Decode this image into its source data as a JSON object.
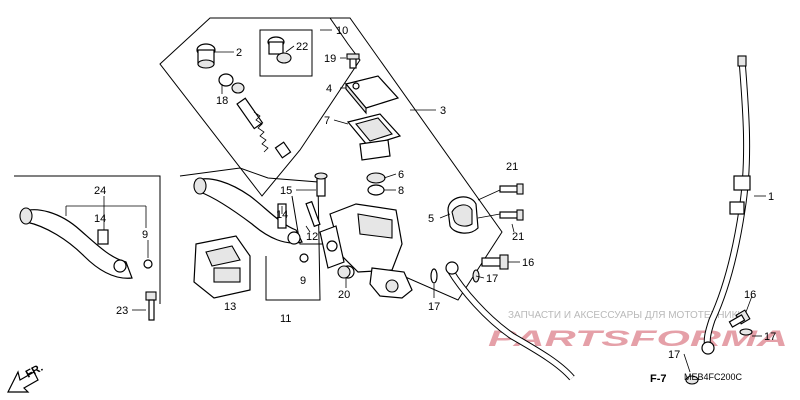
{
  "callouts": {
    "n1": "1",
    "n2": "2",
    "n3": "3",
    "n4": "4",
    "n5": "5",
    "n6": "6",
    "n7": "7",
    "n8": "8",
    "n9a": "9",
    "n9b": "9",
    "n10": "10",
    "n11": "11",
    "n12": "12",
    "n13": "13",
    "n14": "14",
    "n15": "15",
    "n16a": "16",
    "n16b": "16",
    "n17a": "17",
    "n17b": "17",
    "n17c": "17",
    "n17d": "17",
    "n18": "18",
    "n19": "19",
    "n20": "20",
    "n21a": "21",
    "n21b": "21",
    "n22": "22",
    "n23": "23",
    "n24": "24"
  },
  "labels": {
    "front_arrow": "FR.",
    "figure_ref": "F-7",
    "diagram_code": "MEB4FC200C"
  },
  "watermark": {
    "text": "ЗАПЧАСТИ И АКСЕССУАРЫ ДЛЯ МОТОТЕХНИКИ",
    "logo": "PARTSFORMA",
    "logo_color": "#e5a0a8"
  }
}
